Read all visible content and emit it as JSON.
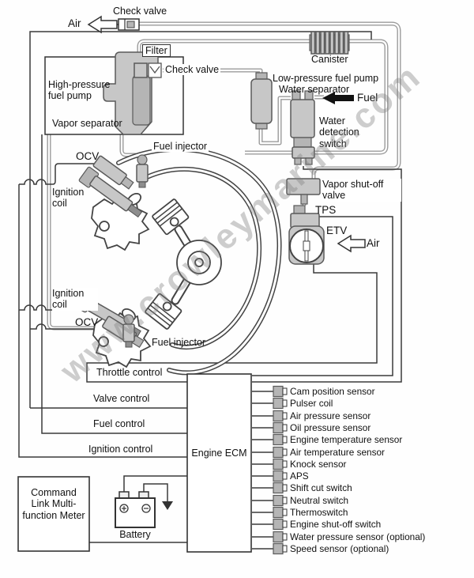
{
  "watermark": "www.crowleymarine.com",
  "colors": {
    "pipe": "#9b9b9b",
    "wire": "#3a3a3a",
    "component_fill": "#c7c7c7",
    "label": "#111111",
    "watermark": "#7d7d7d"
  },
  "labels": {
    "check_valve_top": "Check valve",
    "air_top": "Air",
    "filter": "Filter",
    "check_valve_inline": "Check valve",
    "high_pressure_pump": "High-pressure fuel pump",
    "vapor_separator": "Vapor separator",
    "canister": "Canister",
    "low_pressure_pump": "Low-pressure fuel pump",
    "water_separator": "Water separator",
    "fuel_inlet": "Fuel",
    "water_detection_switch": "Water detection switch",
    "fuel_injector_top": "Fuel injector",
    "ocv_top": "OCV",
    "ignition_coil_top": "Ignition coil",
    "vapor_shutoff_valve": "Vapor shut-off valve",
    "tps": "TPS",
    "etv": "ETV",
    "air_intake": "Air",
    "ignition_coil_bottom": "Ignition coil",
    "ocv_bottom": "OCV",
    "fuel_injector_bottom": "Fuel injector",
    "throttle_control": "Throttle control",
    "valve_control": "Valve control",
    "fuel_control": "Fuel control",
    "ignition_control": "Ignition control",
    "ecm": "Engine ECM",
    "meter": "Command Link Multi-function Meter",
    "battery": "Battery"
  },
  "sensors": [
    "Cam position sensor",
    "Pulser coil",
    "Air pressure sensor",
    "Oil pressure sensor",
    "Engine temperature sensor",
    "Air temperature sensor",
    "Knock sensor",
    "APS",
    "Shift cut switch",
    "Neutral switch",
    "Thermoswitch",
    "Engine shut-off switch",
    "Water pressure sensor (optional)",
    "Speed sensor (optional)"
  ]
}
